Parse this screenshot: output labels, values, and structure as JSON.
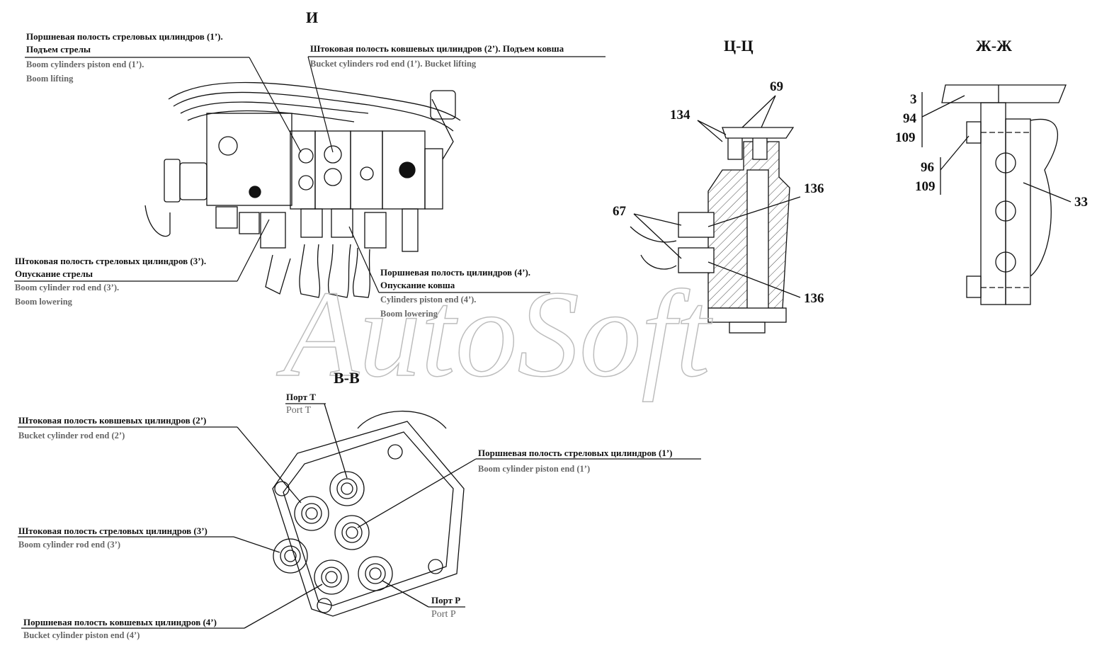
{
  "sections": {
    "i": "И",
    "ts": "Ц-Ц",
    "zh": "Ж-Ж",
    "v": "В-В"
  },
  "callouts_i": {
    "boom_piston_ru_1": "Поршневая полость стреловых цилиндров (1’).",
    "boom_piston_ru_2": "Подъем стрелы",
    "boom_piston_en_1": "Boom cylinders piston end (1’).",
    "boom_piston_en_2": "Boom lifting",
    "bucket_rod_ru": "Штоковая полость ковшевых цилиндров (2’). Подъем ковша",
    "bucket_rod_en": "Bucket cylinders rod end (1’). Bucket lifting",
    "boom_rod_ru_1": "Штоковая полость стреловых цилиндров (3’).",
    "boom_rod_ru_2": "Опускание стрелы",
    "boom_rod_en_1": "Boom cylinder rod end (3’).",
    "boom_rod_en_2": "Boom lowering",
    "cyl_piston_ru_1": "Поршневая полость цилиндров (4’).",
    "cyl_piston_ru_2": "Опускание ковша",
    "cyl_piston_en_1": "Cylinders piston end (4’).",
    "cyl_piston_en_2": "Boom lowering"
  },
  "callouts_v": {
    "port_t_ru": "Порт Т",
    "port_t_en": "Port T",
    "bucket_rod_ru": "Штоковая полость ковшевых цилиндров (2’)",
    "bucket_rod_en": "Bucket cylinder rod end (2’)",
    "boom_piston_ru": "Поршневая полость стреловых цилиндров (1’)",
    "boom_piston_en": "Boom cylinder piston end (1’)",
    "boom_rod_ru": "Штоковая полость стреловых цилиндров (3’)",
    "boom_rod_en": "Boom cylinder rod end (3’)",
    "port_p_ru": "Порт Р",
    "port_p_en": "Port P",
    "bucket_piston_ru": "Поршневая полость ковшевых цилиндров (4’)",
    "bucket_piston_en": "Bucket cylinder piston end (4’)"
  },
  "numbers_ts": {
    "n69": "69",
    "n134": "134",
    "n136a": "136",
    "n67": "67",
    "n136b": "136"
  },
  "numbers_zh": {
    "n3": "3",
    "n94": "94",
    "n109a": "109",
    "n96": "96",
    "n109b": "109",
    "n33": "33"
  },
  "watermark": "AutoSoft",
  "colors": {
    "line": "#111111",
    "english_text": "#666666",
    "hatch": "#444444"
  }
}
